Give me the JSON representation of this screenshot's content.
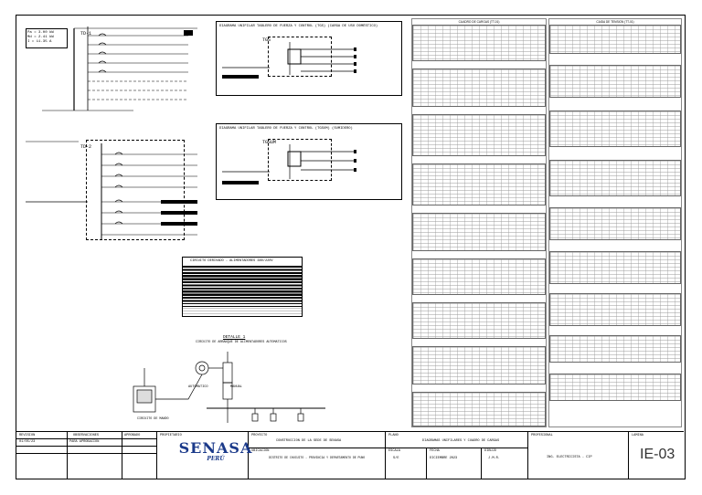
{
  "diagram_top_title": "DIAGRAMA UNIFILAR TABLERO DE FUERZA Y CONTROL (TGS) (CARGA DE USO DOMÉSTICO)",
  "diagram_bottom_title": "DIAGRAMA UNIFILAR TABLERO DE FUERZA Y CONTROL (TGSUM) (SUMIDERO)",
  "panel_tgs": "TGS",
  "panel_tgsum": "TGSUM",
  "panel_td1": "TD-1",
  "panel_td2": "TD-2",
  "legend_title": "CIRCUITO DERIVADO - ALIMENTADORES 380/220V",
  "detail_title": "DETALLE 1",
  "detail_subtitle": "CIRCUITO DE ARRANQUE DE ALIMENTADORES AUTOMATICOS",
  "detail_auto": "AUTOMATICO",
  "detail_manual": "MANUAL",
  "detail_circuit": "CIRCUITO DE MANDO",
  "schedule_left_title": "CUADRO DE CARGAS (TT-01)",
  "schedule_right_title": "CAIDA DE TENSION (TT-01)",
  "titleblock": {
    "revision_label": "REVISION",
    "revision_value": "01/05/23",
    "observations_label": "OBSERVACIONES",
    "observations_value": "PARA APROBACION",
    "approved_label": "APROBADO",
    "owner_label": "PROPIETARIO",
    "logo_main": "SENASA",
    "logo_sub": "PERÚ",
    "project_label": "PROYECTO",
    "project_value": "CONSTRUCCION DE LA SEDE DE SENASA",
    "location_label": "UBICACION",
    "location_value": "DISTRITO DE CHUCUITO - PROVINCIA Y DEPARTAMENTO DE PUNO",
    "plan_label": "PLANO",
    "plan_value": "DIAGRAMAS UNIFILARES Y CUADRO DE CARGAS",
    "scale_label": "ESCALA",
    "scale_value": "S/E",
    "date_label": "FECHA",
    "date_value": "DICIEMBRE 2023",
    "drawn_label": "DIBUJO",
    "drawn_value": "J.M.R.",
    "professional_label": "PROFESIONAL",
    "professional_value": "ING. ELECTRICISTA - CIP",
    "sheet_label": "LAMINA",
    "sheet_code": "IE-03"
  }
}
